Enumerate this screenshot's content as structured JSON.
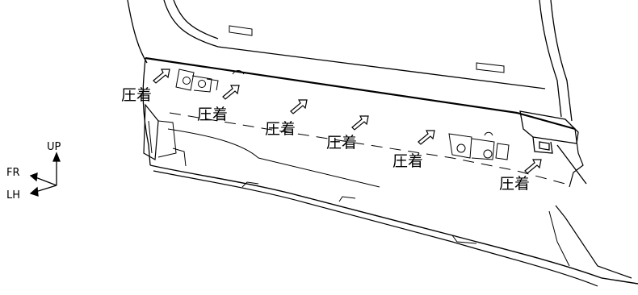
{
  "callouts": [
    {
      "label": "圧着"
    },
    {
      "label": "圧着"
    },
    {
      "label": "圧着"
    },
    {
      "label": "圧着"
    },
    {
      "label": "圧着"
    },
    {
      "label": "圧着"
    }
  ],
  "orientation": {
    "up": "UP",
    "front": "FR",
    "left": "LH"
  },
  "colors": {
    "line": "#000000",
    "background": "#ffffff"
  }
}
